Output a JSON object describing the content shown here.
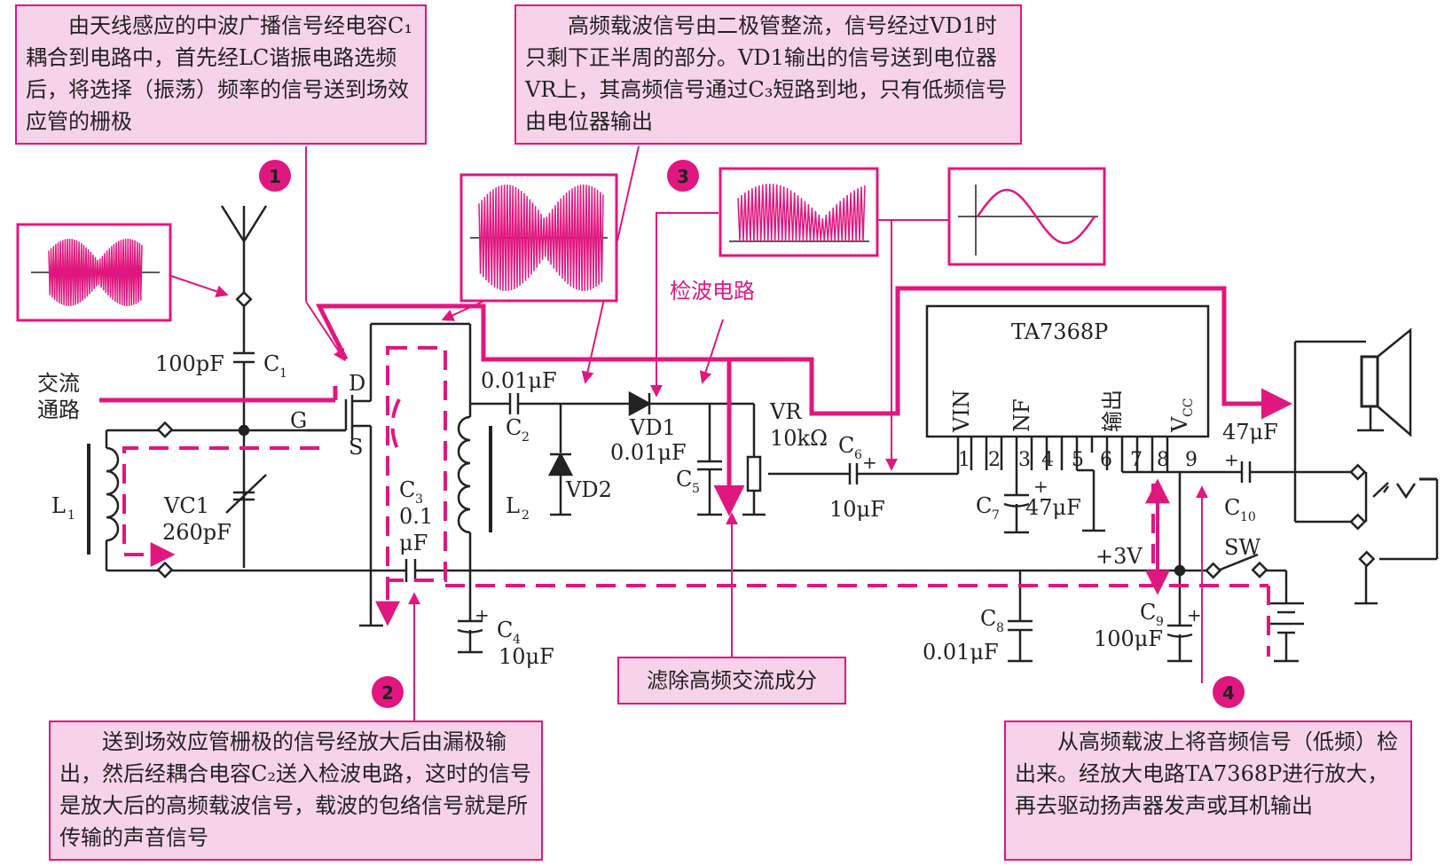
{
  "notes": {
    "n1": "由天线感应的中波广播信号经电容C₁耦合到电路中，首先经LC谐振电路选频后，将选择（振荡）频率的信号送到场效应管的栅极",
    "n2": "高频载波信号由二极管整流，信号经过VD1时只剩下正半周的部分。VD1输出的信号送到电位器VR上，其高频信号通过C₃短路到地，只有低频信号由电位器输出",
    "n3": "送到场效应管栅极的信号经放大后由漏极输出，然后经耦合电容C₂送入检波电路，这时的信号是放大后的高频载波信号，载波的包络信号就是所传输的声音信号",
    "n4": "从高频载波上将音频信号（低频）检出来。经放大电路TA7368P进行放大，再去驱动扬声器发声或耳机输出",
    "filter": "滤除高频交流成分"
  },
  "badges": [
    "1",
    "2",
    "3",
    "4"
  ],
  "labels": {
    "ac_path": [
      "交流",
      "通路"
    ],
    "detect": "检波电路",
    "ic": "TA7368P",
    "c1_val": "100pF",
    "c1": "C",
    "c1_sub": "1",
    "D": "D",
    "G": "G",
    "S": "S",
    "L1": "L",
    "L1_sub": "1",
    "VC1": "VC1",
    "VC1_val": "260pF",
    "C3": "C",
    "C3_sub": "3",
    "C3_val1": "0.1",
    "C3_val2": "μF",
    "C2_val": "0.01μF",
    "C2": "C",
    "C2_sub": "2",
    "L2": "L",
    "L2_sub": "2",
    "C4": "C",
    "C4_sub": "4",
    "C4_val": "10μF",
    "VD1": "VD1",
    "VD1_val": "0.01μF",
    "VD2": "VD2",
    "C5": "C",
    "C5_sub": "5",
    "VR": "VR",
    "VR_val": "10kΩ",
    "C6": "C",
    "C6_sub": "6",
    "C6_val": "10μF",
    "pin_vin": "VIN",
    "pin_nf": "NF",
    "pin_out": "输出",
    "pin_vcc": "V",
    "pin_vcc_sub": "CC",
    "pins": [
      "1",
      "2",
      "3",
      "4",
      "5",
      "6",
      "7",
      "8",
      "9"
    ],
    "C7": "C",
    "C7_sub": "7",
    "C7_val": "47μF",
    "C8": "C",
    "C8_sub": "8",
    "C8_val": "0.01μF",
    "C9": "C",
    "C9_sub": "9",
    "C9_val": "100μF",
    "C10": "C",
    "C10_sub": "10",
    "C10_val": "47μF",
    "v3": "+3V",
    "sw": "SW",
    "plus": "+"
  },
  "colors": {
    "accent": "#e0177f",
    "note_bg": "#f7d3e9",
    "wire": "#222222"
  }
}
